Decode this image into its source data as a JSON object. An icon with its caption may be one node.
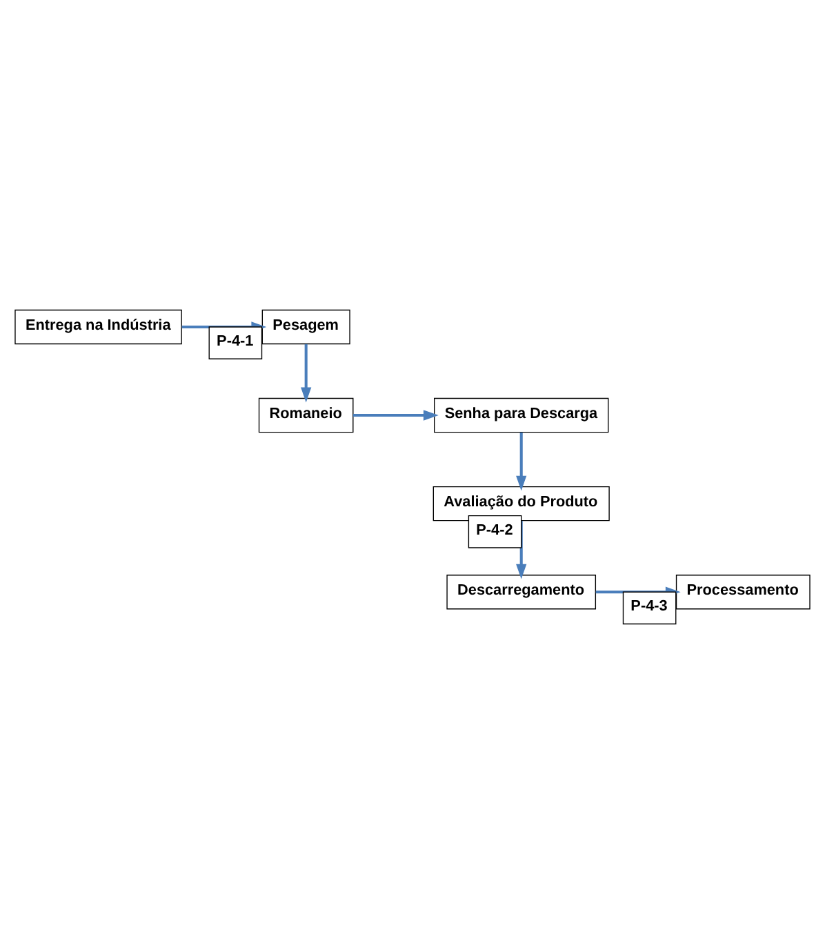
{
  "diagram": {
    "nodes": [
      {
        "text": [
          "Entrega na Indústria"
        ]
      },
      {
        "text": [
          "Pesagem"
        ]
      },
      {
        "text": [
          "Romaneio"
        ]
      },
      {
        "text": [
          "Senha para Descarga"
        ]
      },
      {
        "text": [
          "Avaliação do Produto"
        ]
      },
      {
        "text": [
          "Descarregamento"
        ]
      },
      {
        "text": [
          "Processamento"
        ]
      }
    ],
    "edges": [
      {
        "from": 0,
        "to": 1,
        "arrow": "to",
        "label": "P-4-1"
      },
      {
        "from": 1,
        "to": 2,
        "arrow": "to"
      },
      {
        "from": 2,
        "to": 3,
        "arrow": "to"
      },
      {
        "from": 3,
        "to": 4,
        "arrow": "to"
      },
      {
        "from": 4,
        "to": 5,
        "arrow": "to",
        "label": "P-4-2"
      },
      {
        "from": 5,
        "to": 6,
        "arrow": "to",
        "label": "P-4-3"
      }
    ]
  }
}
